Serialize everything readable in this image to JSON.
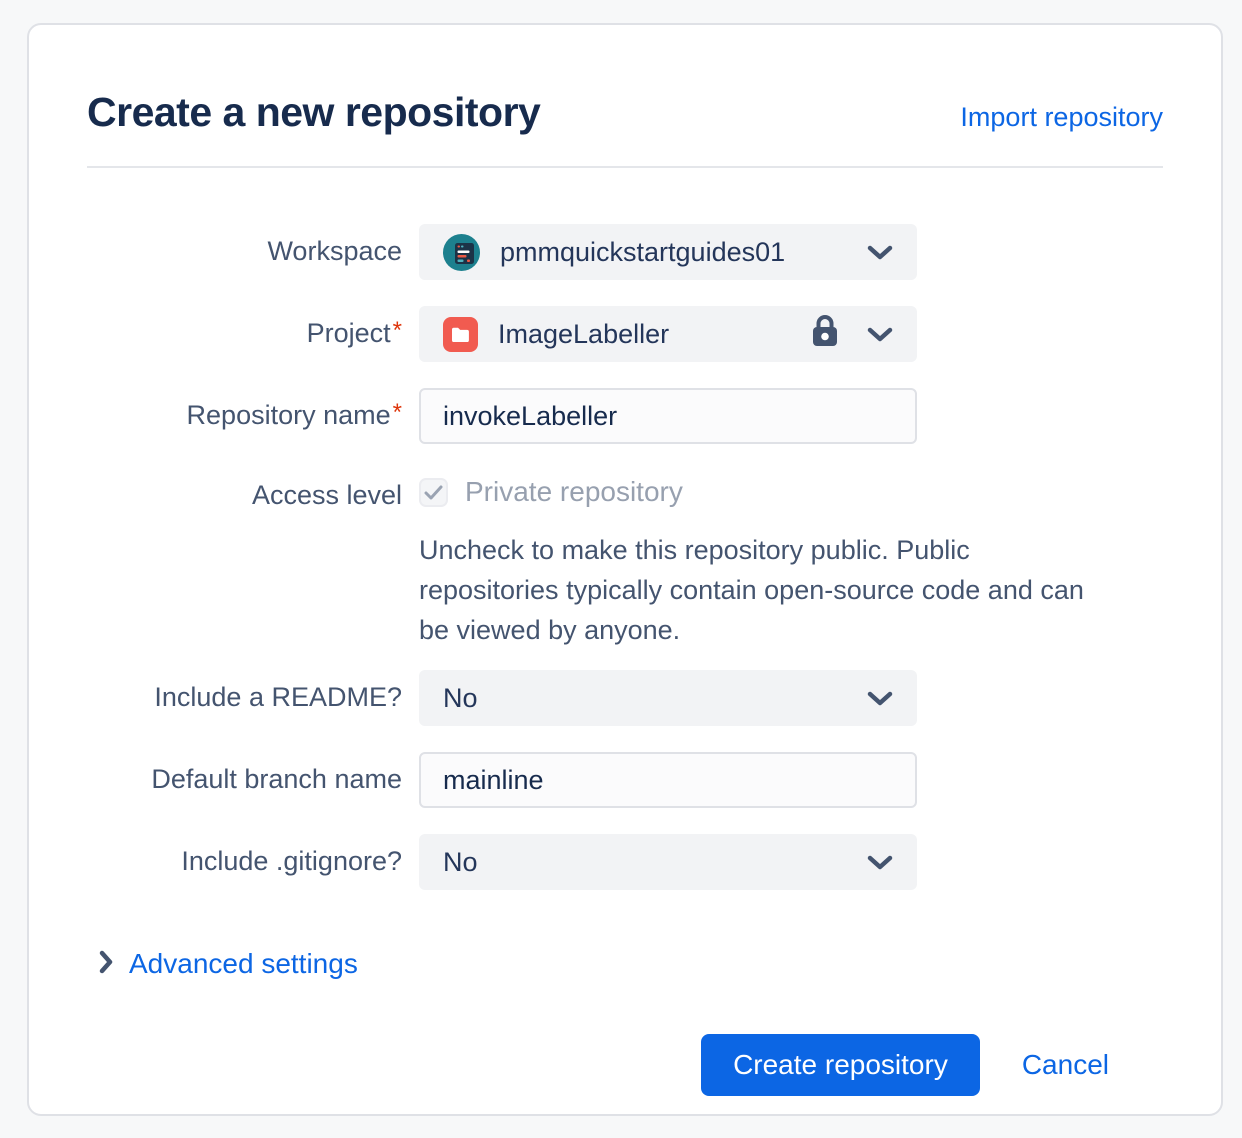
{
  "header": {
    "title": "Create a new repository",
    "import_link": "Import repository"
  },
  "form": {
    "workspace": {
      "label": "Workspace",
      "value": "pmmquickstartguides01"
    },
    "project": {
      "label": "Project",
      "required_marker": "*",
      "value": "ImageLabeller"
    },
    "repository_name": {
      "label": "Repository name",
      "required_marker": "*",
      "value": "invokeLabeller"
    },
    "access_level": {
      "label": "Access level",
      "checkbox_label": "Private repository",
      "checkbox_checked": true,
      "help_text": "Uncheck to make this repository public. Public repositories typically contain open‑source code and can be viewed by anyone."
    },
    "include_readme": {
      "label": "Include a README?",
      "value": "No"
    },
    "default_branch": {
      "label": "Default branch name",
      "value": "mainline"
    },
    "include_gitignore": {
      "label": "Include .gitignore?",
      "value": "No"
    }
  },
  "advanced_settings": {
    "label": "Advanced settings"
  },
  "actions": {
    "create_label": "Create repository",
    "cancel_label": "Cancel"
  },
  "icons": {
    "workspace_avatar": "workspace-avatar",
    "project_folder": "folder-icon",
    "project_lock": "lock-icon",
    "dropdown": "chevron-down-icon",
    "advanced": "chevron-right-icon",
    "private_check": "checkmark-icon"
  },
  "colors": {
    "accent_blue": "#0C66E4",
    "heading_navy": "#172B4D",
    "label_slate": "#44546F",
    "required_red": "#DE350B",
    "field_gray_bg": "#F2F3F5",
    "disabled_text": "#97A0AF",
    "avatar_teal": "#1D808E",
    "folder_red": "#F15B50"
  }
}
